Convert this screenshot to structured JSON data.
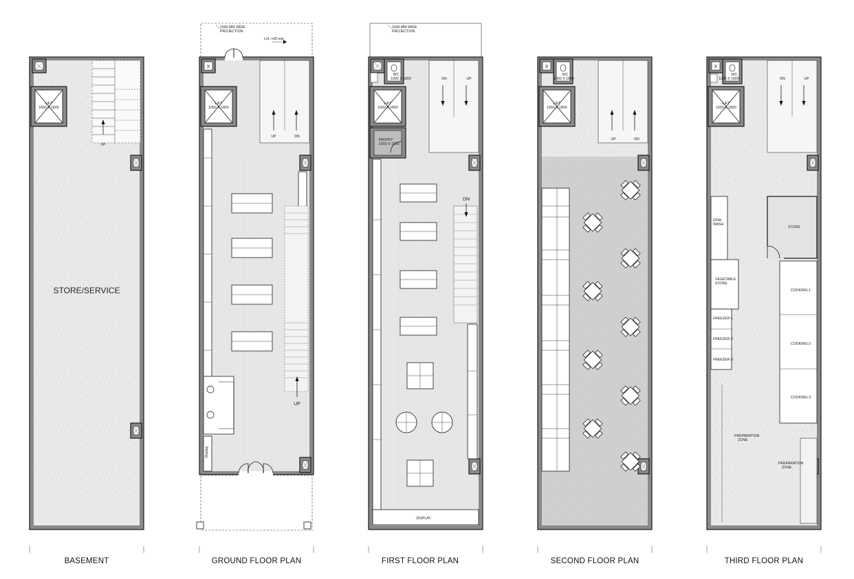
{
  "plans": [
    {
      "id": "basement",
      "title": "BASEMENT"
    },
    {
      "id": "ground",
      "title": "GROUND FLOOR PLAN"
    },
    {
      "id": "first",
      "title": "FIRST FLOOR PLAN"
    },
    {
      "id": "second",
      "title": "SECOND FLOOR PLAN"
    },
    {
      "id": "third",
      "title": "THIRD FLOOR PLAN"
    }
  ],
  "labels": {
    "lift": "LIFT",
    "lift_size": "1650 X 1800",
    "up": "UP",
    "dn": "DN",
    "store_service": "STORE/SERVICE",
    "projection_size": "1500 MM WIDE",
    "projection": "PROJECTION",
    "level": "LVL +00 mm",
    "display": "Display",
    "display_caps": "DISPLAY",
    "wc": "WC",
    "wc_size": "1000 X 1800",
    "pantry": "PANTRY",
    "pantry_size": "1650 X 1500",
    "dish_wash_1": "DISH",
    "dish_wash_2": "WASH",
    "vegetable_1": "VEGETABLE",
    "vegetable_2": "STORE",
    "freezer_1": "FREEZER-1",
    "freezer_2": "FREEZER-2",
    "freezer_3": "FREEZER-3",
    "store": "STORE",
    "cooking_1": "COOKING-1",
    "cooking_2": "COOKING-2",
    "cooking_3": "COOKING-3",
    "prep_1": "PREPARATION",
    "prep_2": "ZONE",
    "x_mark": "X"
  }
}
